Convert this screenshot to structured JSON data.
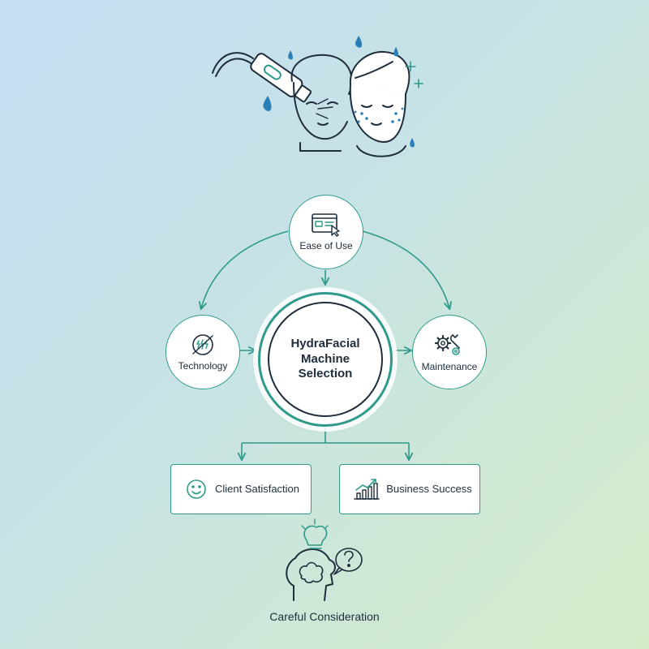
{
  "diagram": {
    "center": {
      "title": "HydraFacial Machine Selection"
    },
    "nodes": {
      "ease_of_use": {
        "label": "Ease of Use",
        "icon": "browser-click-icon"
      },
      "technology": {
        "label": "Technology",
        "icon": "technology-icon"
      },
      "maintenance": {
        "label": "Maintenance",
        "icon": "gears-wrench-icon"
      }
    },
    "outcomes": {
      "client_satisfaction": {
        "label": "Client Satisfaction",
        "icon": "smiley-icon"
      },
      "business_success": {
        "label": "Business Success",
        "icon": "growth-chart-icon"
      }
    },
    "footer": {
      "label": "Careful Consideration",
      "icon": "thinking-head-icon"
    },
    "colors": {
      "accent": "#2e9a8a",
      "ink": "#1f2d3d",
      "drop": "#2a7fb8"
    }
  }
}
